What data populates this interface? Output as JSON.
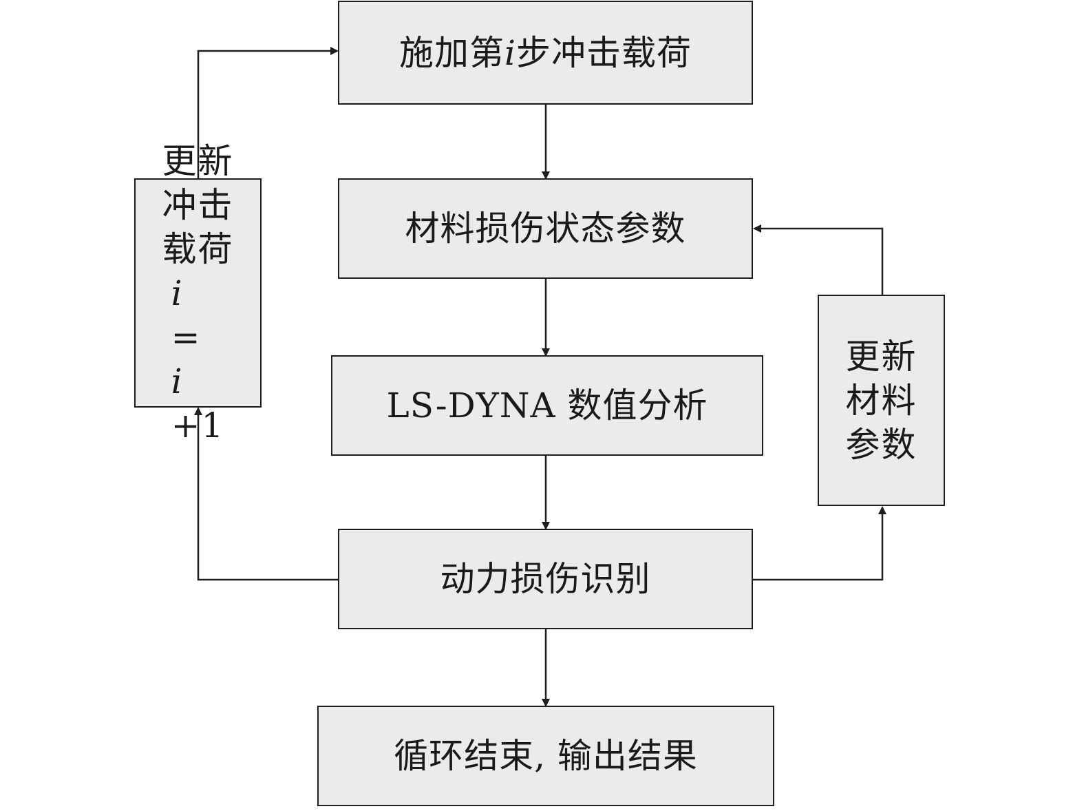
{
  "nodes": {
    "apply_load": {
      "pre": "施加第 ",
      "var": "i",
      "post": " 步冲击载荷"
    },
    "damage_state": {
      "label": "材料损伤状态参数"
    },
    "lsdyna": {
      "label": "LS-DYNA 数值分析"
    },
    "damage_id": {
      "label": "动力损伤识别"
    },
    "end": {
      "label": "循环结束, 输出结果"
    },
    "update_load": {
      "line1": "更新",
      "line2": "冲击",
      "line3": "载荷",
      "eq_var1": "i",
      "eq_sign": "=",
      "eq_var2": "i",
      "eq_tail": "+1"
    },
    "update_material": {
      "line1": "更新",
      "line2": "材料",
      "line3": "参数"
    }
  },
  "colors": {
    "box_fill": "#ebebeb",
    "stroke": "#1e1e1e"
  }
}
